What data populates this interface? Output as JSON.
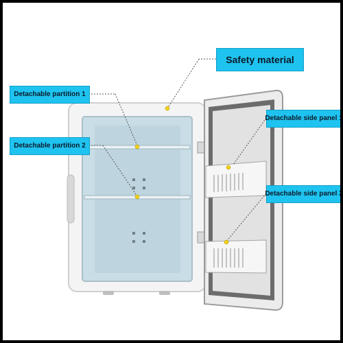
{
  "callouts": {
    "safety": "Safety material",
    "partition_1": "Detachable partition 1",
    "partition_2": "Detachable partition 2",
    "side_panel_1": "Detachable side panel 1",
    "side_panel_2": "Detachable side panel 2"
  },
  "colors": {
    "callout_bg": "#1fc3f0",
    "interior": "#c9dde6",
    "body": "#f3f3f3",
    "door_trim": "#5a5a5a"
  }
}
